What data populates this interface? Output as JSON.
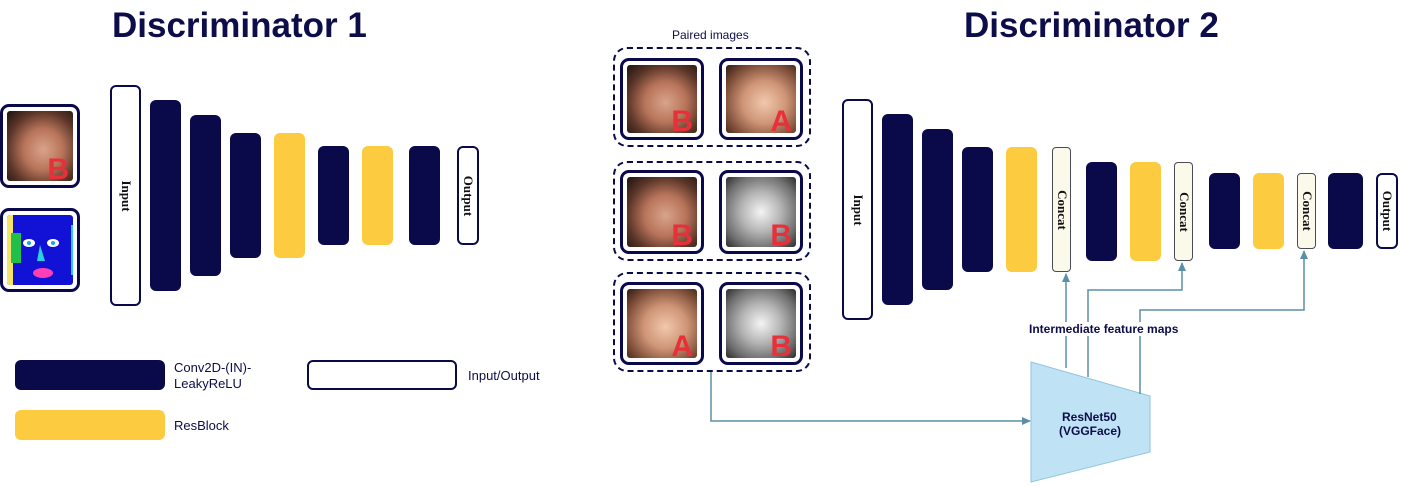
{
  "titles": {
    "left": "Discriminator 1",
    "right": "Discriminator 2"
  },
  "layer_labels": {
    "input": "Input",
    "output": "Output",
    "concat": "Concat"
  },
  "paired_images_label": "Paired images",
  "feature_maps_label": "Intermediate feature maps",
  "resnet_label": {
    "line1": "ResNet50",
    "line2": "(VGGFace)"
  },
  "legend": {
    "conv": "Conv2D-(IN)-\nLeakyReLU",
    "resblock": "ResBlock",
    "io": "Input/Output"
  },
  "image_letters": {
    "d1_face": "B",
    "pair1": [
      "B",
      "A"
    ],
    "pair2": [
      "B",
      "B"
    ],
    "pair3": [
      "A",
      "B"
    ]
  },
  "colors": {
    "navy": "#0a0a4a",
    "yellow": "#fccb3f",
    "concat": "#fbf9ea",
    "resnet": "#bfe3f4",
    "arrow": "#5b8fa6",
    "letter": "#e8303a"
  }
}
